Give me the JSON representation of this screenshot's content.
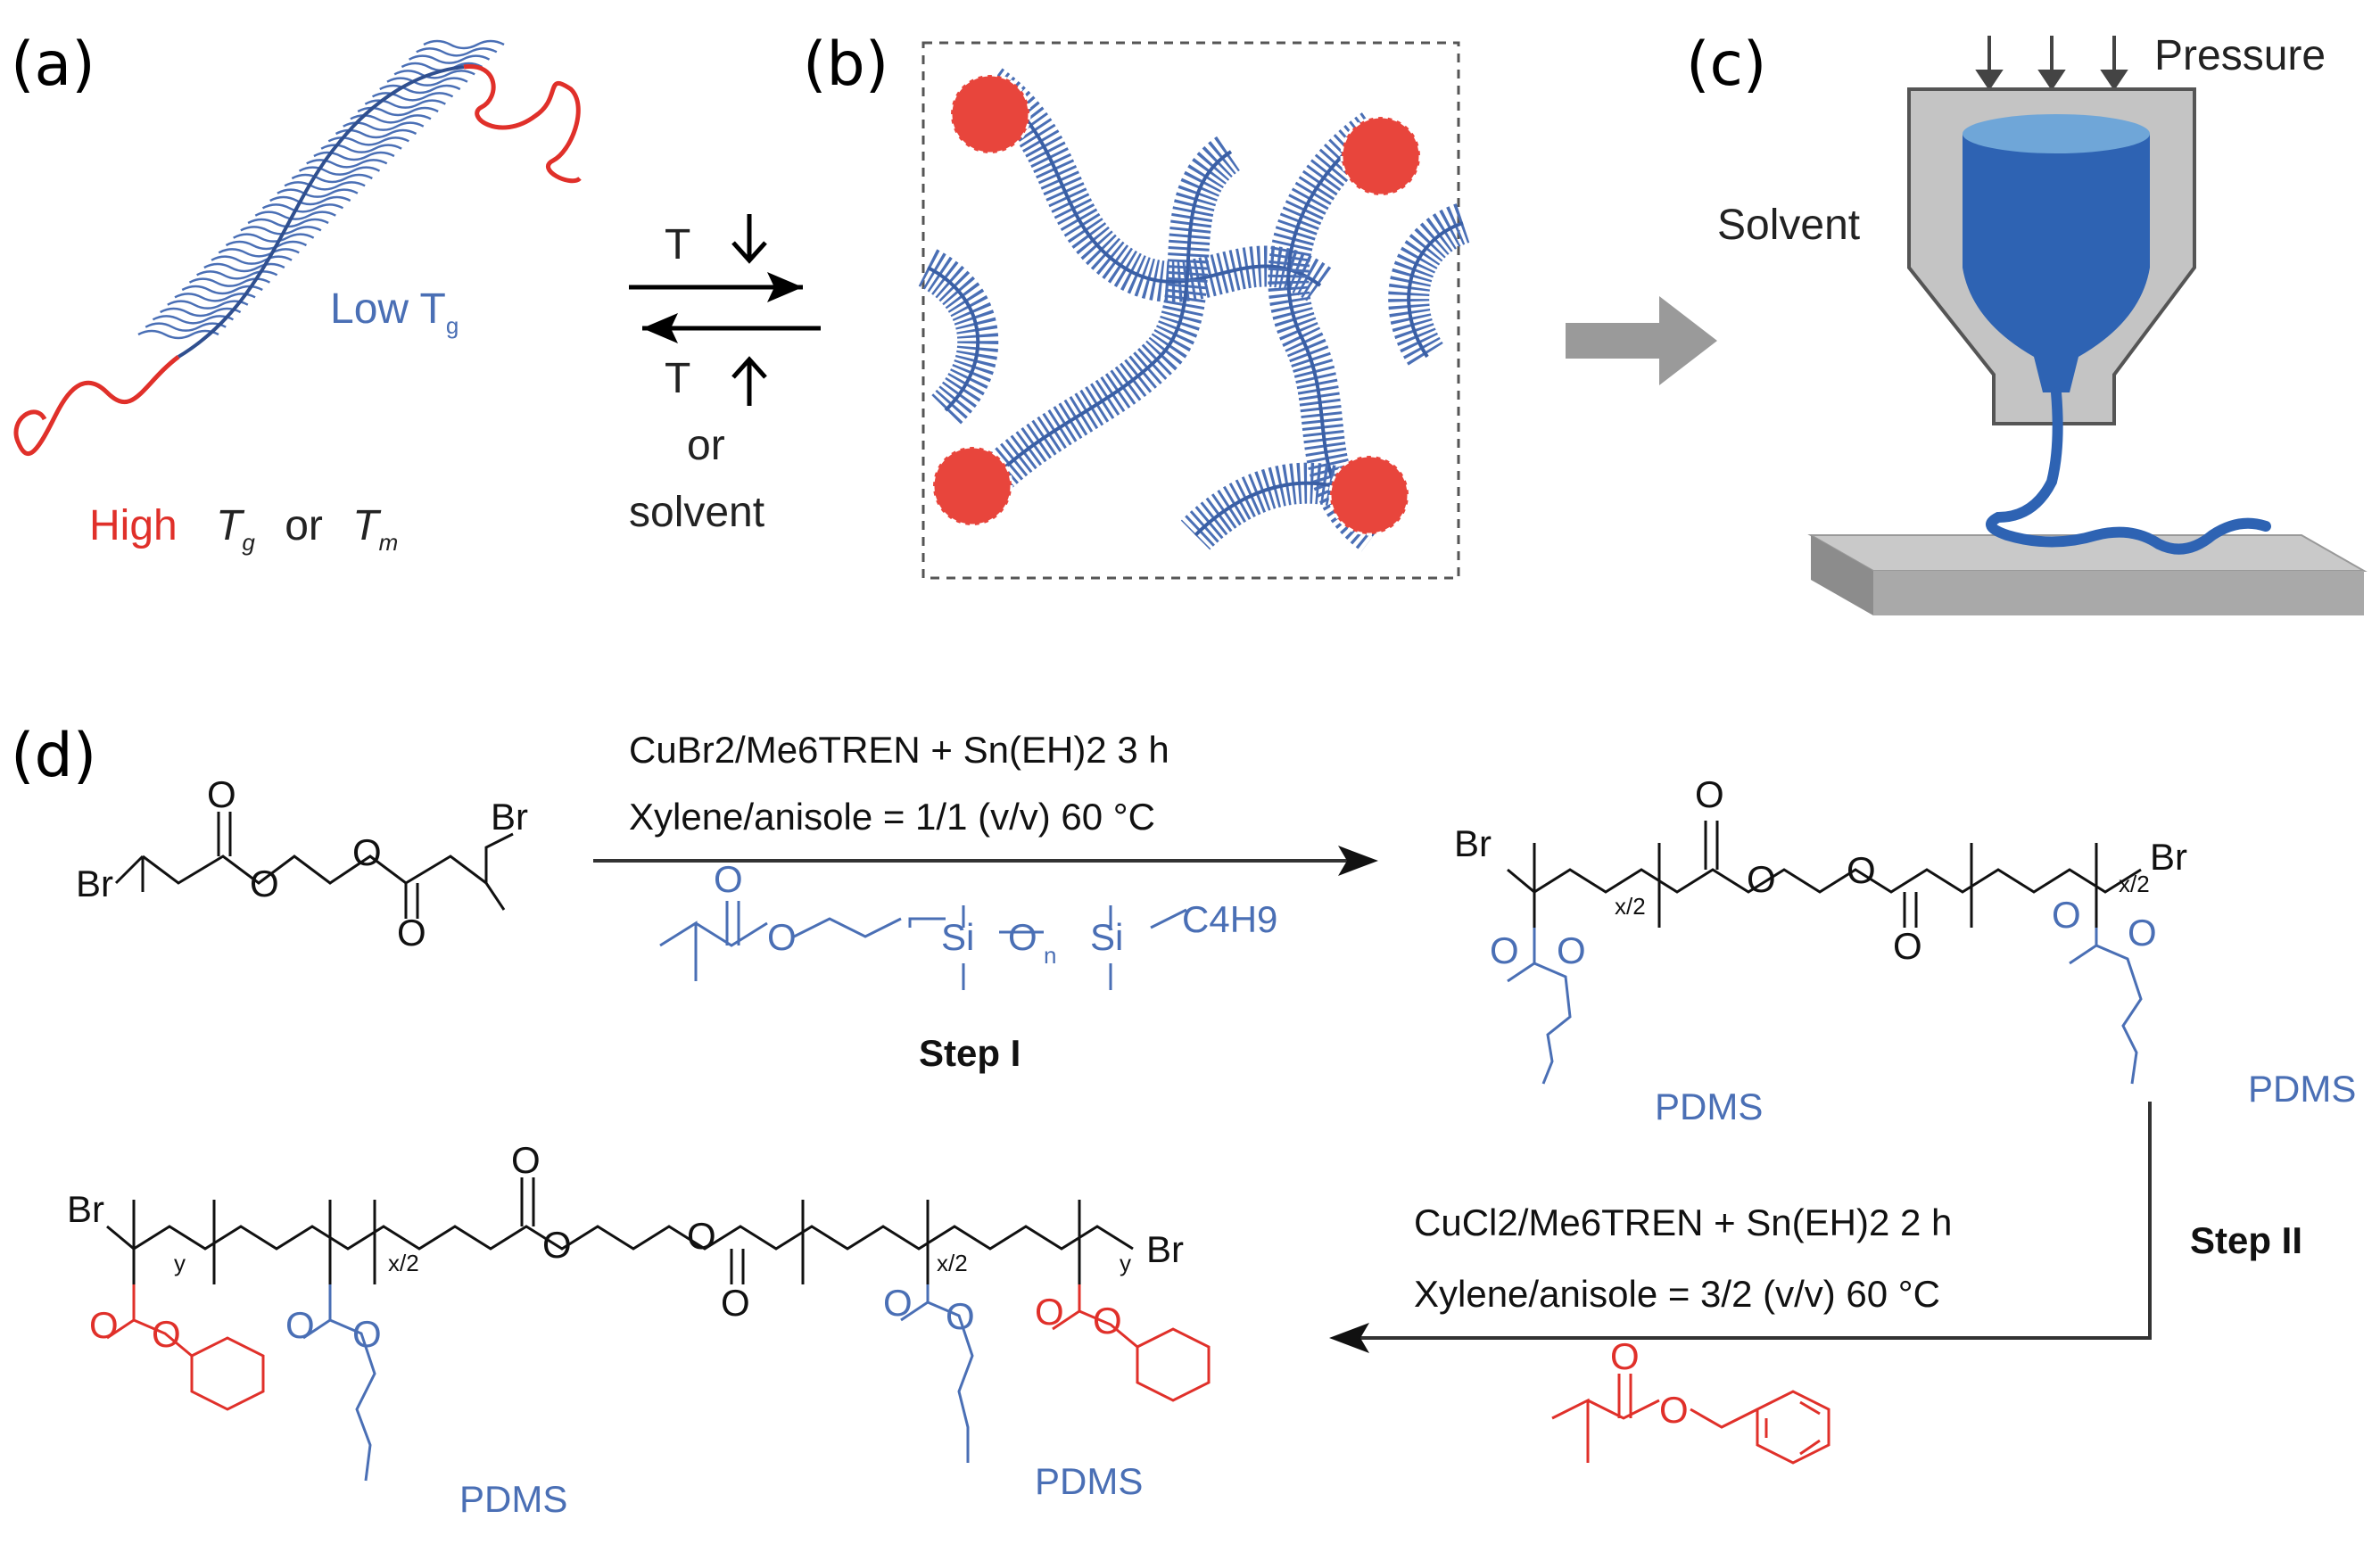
{
  "panels": {
    "a": {
      "tag": "(a)",
      "low_tg": "Low T",
      "low_tg_sub": "g",
      "high_prefix": "High",
      "high_tg": "T",
      "high_tg_sub": "g",
      "or": "or",
      "high_tm": "T",
      "high_tm_sub": "m"
    },
    "arrows": {
      "t_top": "T",
      "t_bottom": "T",
      "or": "or",
      "solvent": "solvent"
    },
    "b": {
      "tag": "(b)"
    },
    "c": {
      "tag": "(c)",
      "pressure": "Pressure",
      "solvent": "Solvent"
    },
    "d": {
      "tag": "(d)",
      "step1_cond_line1": "CuBr2/Me6TREN + Sn(EH)2  3 h",
      "step1_cond_line2": "Xylene/anisole = 1/1 (v/v)  60 °C",
      "step1_label": "Step I",
      "step2_cond_line1": "CuCl2/Me6TREN + Sn(EH)2  2 h",
      "step2_cond_line2": "Xylene/anisole = 3/2 (v/v)  60 °C",
      "step2_label": "Step II",
      "br": "Br",
      "o": "O",
      "si": "Si",
      "c4h9": "C4H9",
      "pdms": "PDMS",
      "n": "n",
      "x2": "x/2",
      "y": "y"
    }
  },
  "colors": {
    "blue": "#4a6fb5",
    "red": "#e0302a",
    "gray": "#9a9a9a",
    "dark_blue": "#2e63b3"
  }
}
